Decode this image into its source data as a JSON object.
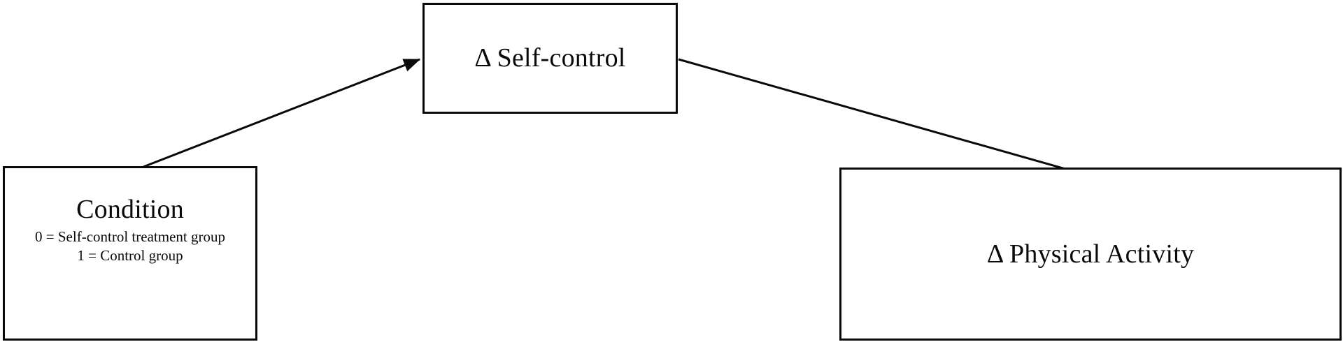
{
  "figure": {
    "type": "mediation-path-diagram",
    "background_color": "#ffffff",
    "stroke_color": "#0a0a0a"
  },
  "nodes": {
    "condition": {
      "title": "Condition",
      "sub_lines": [
        "0 = Self-control treatment group",
        "1 = Control group"
      ]
    },
    "self_control": {
      "title": "Δ Self-control"
    },
    "physical_activity": {
      "title": "Δ Physical Activity"
    }
  },
  "edges": [
    {
      "name": "condition-to-self-control",
      "from": "condition",
      "to": "self_control",
      "label": "",
      "direction": "up-right",
      "arrowhead": "filled-triangle"
    },
    {
      "name": "self-control-to-physical-activity",
      "from": "self_control",
      "to": "physical_activity",
      "label": "",
      "direction": "down-right",
      "arrowhead": "filled-triangle"
    }
  ]
}
